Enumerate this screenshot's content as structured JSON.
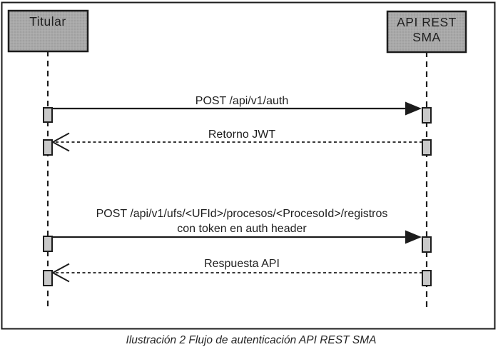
{
  "figure": {
    "caption": "Ilustración 2 Flujo de autenticación API REST SMA"
  },
  "diagram": {
    "type": "sequence-diagram",
    "actors": [
      {
        "name": "titular",
        "label": "Titular"
      },
      {
        "name": "api-rest-sma",
        "label": "API REST SMA",
        "line1": "API REST",
        "line2": "SMA"
      }
    ],
    "messages": [
      {
        "from": "Titular",
        "to": "API REST SMA",
        "line_style": "solid",
        "arrow": "filled",
        "label": "POST /api/v1/auth"
      },
      {
        "from": "API REST SMA",
        "to": "Titular",
        "line_style": "dashed",
        "arrow": "open",
        "label": "Retorno JWT"
      },
      {
        "from": "Titular",
        "to": "API REST SMA",
        "line_style": "solid",
        "arrow": "filled",
        "label": "POST /api/v1/ufs/<UFId>/procesos/<ProcesoId>/registros",
        "label_line2": "con token en auth header"
      },
      {
        "from": "API REST SMA",
        "to": "Titular",
        "line_style": "dashed",
        "arrow": "open",
        "label": "Respuesta API"
      }
    ]
  },
  "colors": {
    "background": "#ffffff",
    "actor_fill": "#a9a9a9",
    "activation_fill": "#c9c9c9",
    "line": "#1c1c1c"
  }
}
